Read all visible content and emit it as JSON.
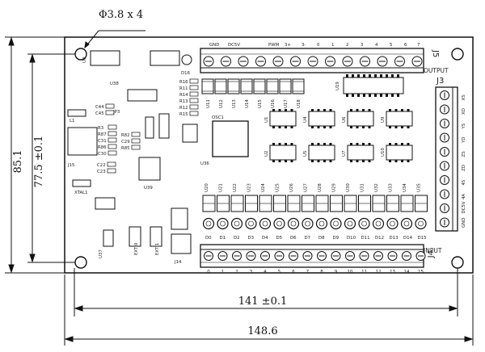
{
  "dimensions": {
    "hole_spec": "Φ3.8 x 4",
    "height_outer": "85.1",
    "height_inner": "77.5 ±0.1",
    "width_inner": "141 ±0.1",
    "width_outer": "148.6"
  },
  "connectors": {
    "j5": {
      "name": "J5",
      "caption": "OUTPUT",
      "pins": [
        "GND",
        "DC5V",
        "PWM",
        "3+",
        "3-",
        "0",
        "1",
        "2",
        "3",
        "4",
        "5",
        "6",
        "7"
      ]
    },
    "j4": {
      "name": "J4",
      "caption": "INPUT",
      "pins": [
        "0",
        "1",
        "2",
        "3",
        "4",
        "5",
        "6",
        "7",
        "8",
        "9",
        "10",
        "11",
        "12",
        "13",
        "14",
        "15"
      ]
    },
    "j3": {
      "name": "J3",
      "pins": [
        "GND",
        "DC5V",
        "4A",
        "4S",
        "ZD",
        "ZS",
        "YD",
        "YS",
        "XD",
        "XS"
      ]
    },
    "j15": "J15",
    "j14": "J14"
  },
  "chips": {
    "u8": "U8",
    "u19": "U19",
    "u38": "U38",
    "u39": "U39",
    "u36": "U36",
    "u37": "U37",
    "u1": "U1",
    "u4": "U4",
    "u6": "U6",
    "u9": "U9",
    "u2": "U2",
    "u5": "U5",
    "u7": "U7",
    "u10": "U10",
    "osc1": "OSC1",
    "jp3": "JP3",
    "l1": "L1",
    "xtal1": "XTAL1",
    "d16": "D16",
    "exti0": "EXTI0",
    "exti1": "EXTI1"
  },
  "opto_labels": [
    "U11",
    "U12",
    "U13",
    "U14",
    "U15",
    "U16",
    "U17",
    "U18"
  ],
  "input_opto_labels": [
    "U20",
    "U21",
    "U22",
    "U23",
    "U24",
    "U25",
    "U26",
    "U27",
    "U28",
    "U29",
    "U30",
    "U31",
    "U32",
    "U33",
    "U34",
    "U35"
  ],
  "led_labels": [
    "D0",
    "D1",
    "D2",
    "D3",
    "D4",
    "D5",
    "D6",
    "D7",
    "D8",
    "D9",
    "D10",
    "D11",
    "D12",
    "D13",
    "D14",
    "D15"
  ],
  "resistor_labels": [
    "R3",
    "R87",
    "C31",
    "R86",
    "C30",
    "R85",
    "C29",
    "R82",
    "C23",
    "C22",
    "C44",
    "C45",
    "R16",
    "R11",
    "R14",
    "R13",
    "R12",
    "R15"
  ]
}
